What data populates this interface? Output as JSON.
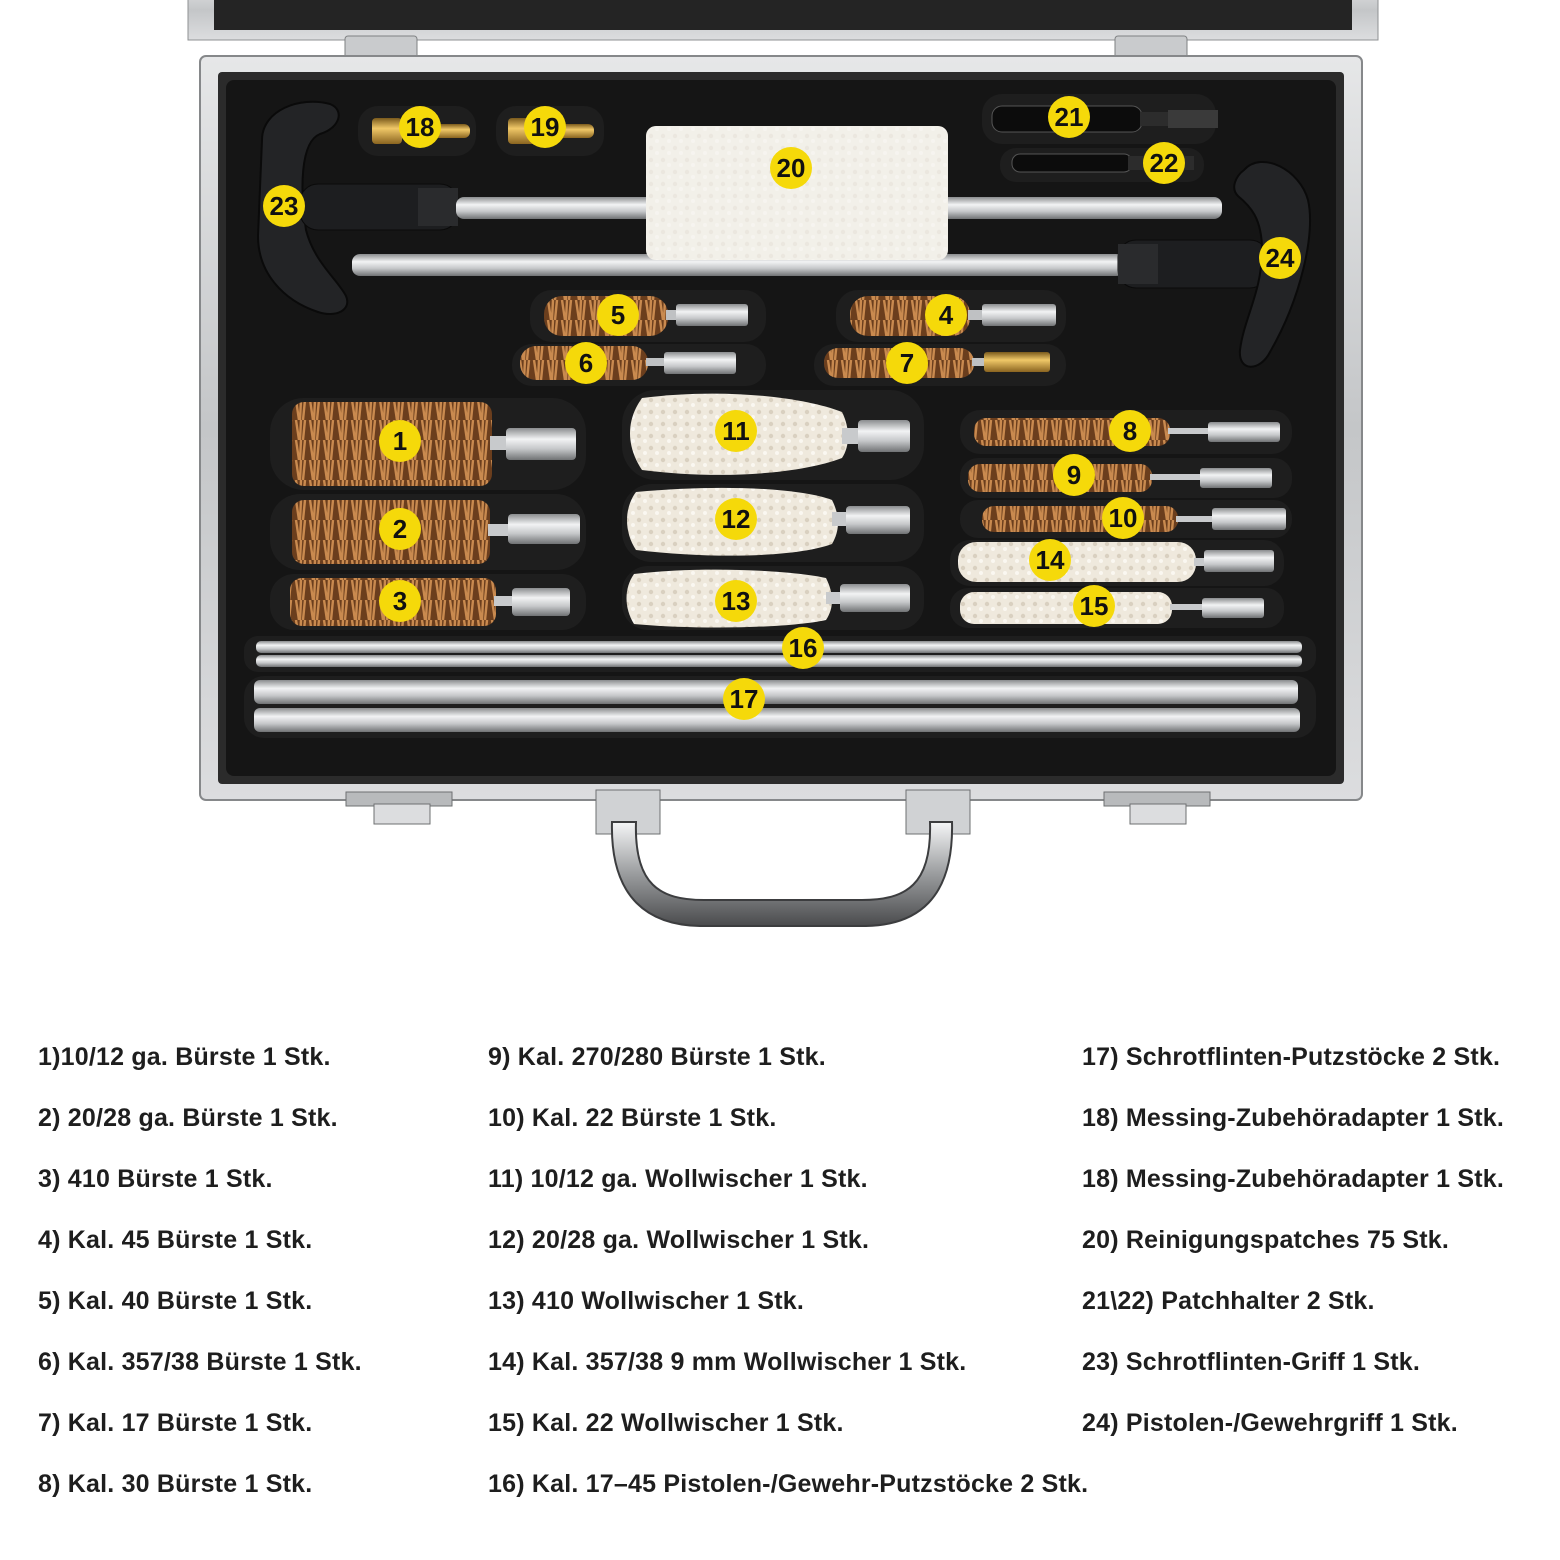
{
  "labels": [
    "1",
    "2",
    "3",
    "4",
    "5",
    "6",
    "7",
    "8",
    "9",
    "10",
    "11",
    "12",
    "13",
    "14",
    "15",
    "16",
    "17",
    "18",
    "19",
    "20",
    "21",
    "22",
    "23",
    "24"
  ],
  "colors": {
    "marker": "#f5d90a",
    "case_frame": "#cfd1d3",
    "foam": "#151515",
    "brass": "#c9963a",
    "bristle": "#a9673a",
    "wool": "#ede6da",
    "steel": "#c8cacc"
  },
  "legend": {
    "col1": [
      "1)10/12 ga. Bürste 1 Stk.",
      "2) 20/28 ga. Bürste 1 Stk.",
      "3) 410 Bürste 1 Stk.",
      "4) Kal. 45 Bürste 1 Stk.",
      "5) Kal. 40 Bürste 1 Stk.",
      "6) Kal. 357/38 Bürste 1 Stk.",
      "7) Kal. 17 Bürste 1 Stk.",
      "8) Kal. 30 Bürste 1 Stk."
    ],
    "col2": [
      "9) Kal. 270/280 Bürste 1 Stk.",
      "10) Kal. 22 Bürste 1 Stk.",
      "11) 10/12 ga. Wollwischer 1 Stk.",
      "12) 20/28 ga. Wollwischer 1 Stk.",
      "13) 410 Wollwischer 1 Stk.",
      "14) Kal. 357/38 9 mm Wollwischer 1 Stk.",
      "15) Kal. 22 Wollwischer 1 Stk.",
      "16) Kal. 17–45 Pistolen-/Gewehr-Putzstöcke 2 Stk."
    ],
    "col3": [
      "17) Schrotflinten-Putzstöcke 2 Stk.",
      "18) Messing-Zubehöradapter 1 Stk.",
      "18) Messing-Zubehöradapter 1 Stk.",
      "20) Reinigungspatches 75 Stk.",
      "21\\22) Patchhalter 2 Stk.",
      "23) Schrotflinten-Griff 1 Stk.",
      "24) Pistolen-/Gewehrgriff 1 Stk."
    ]
  }
}
